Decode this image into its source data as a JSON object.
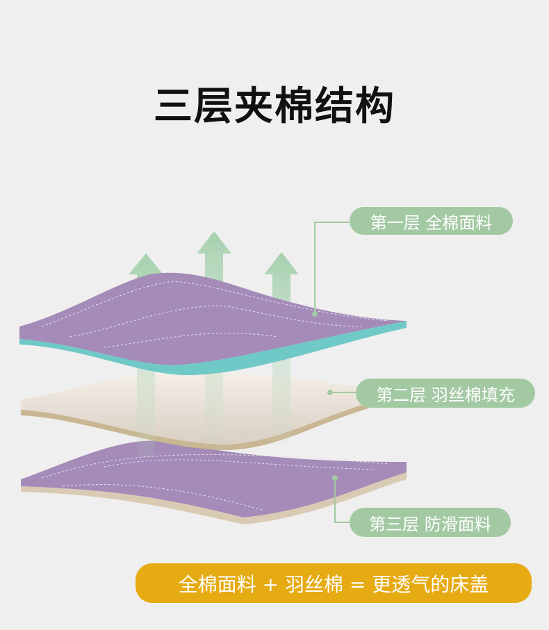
{
  "title": "三层夹棉结构",
  "layers": [
    {
      "label": "第一层 全棉面料"
    },
    {
      "label": "第二层 羽丝棉填充"
    },
    {
      "label": "第三层 防滑面料"
    }
  ],
  "summary": "全棉面料 + 羽丝棉 = 更透气的床盖",
  "colors": {
    "pill": "#a3c9a3",
    "banner": "#e6aa12",
    "fabric": "#a48bb8",
    "filling": "#e8e0d6"
  }
}
